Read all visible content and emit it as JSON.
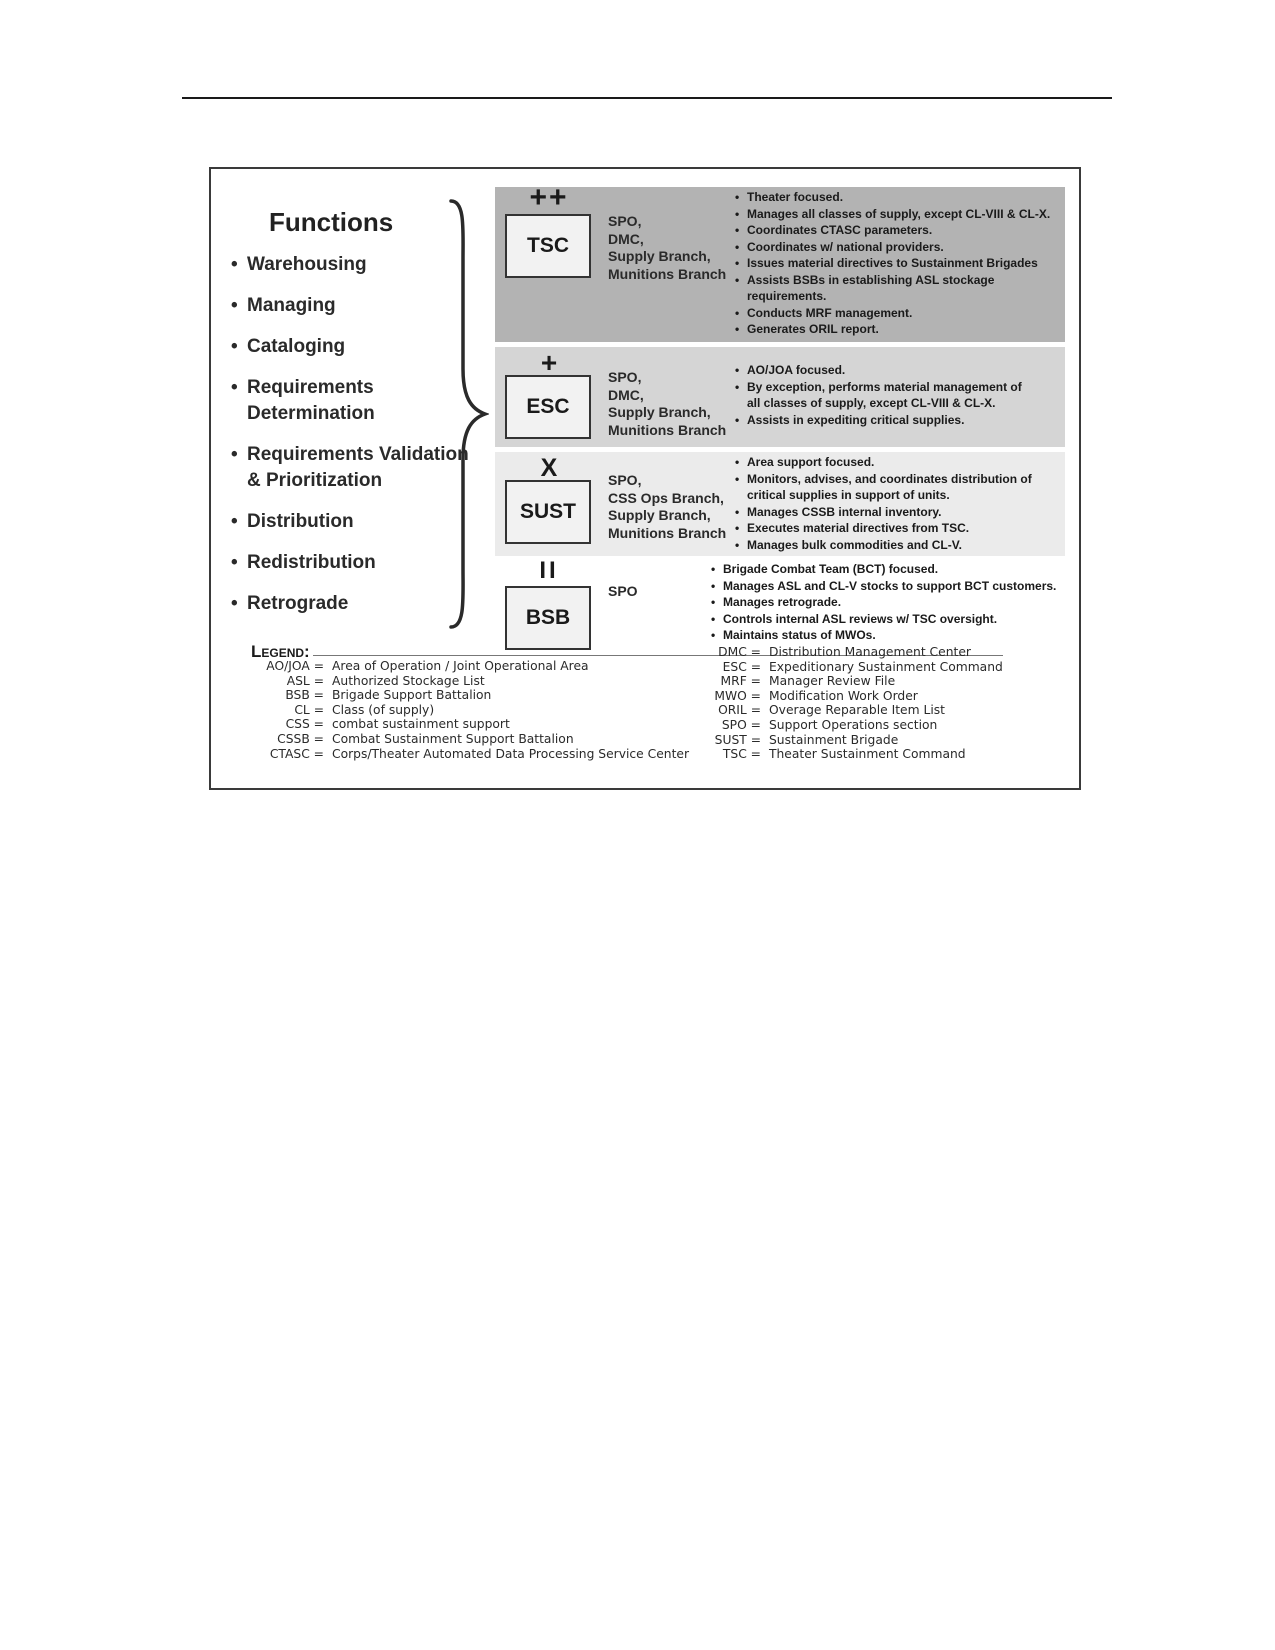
{
  "functions": {
    "title": "Functions",
    "items": [
      "Warehousing",
      "Managing",
      "Cataloging",
      "Requirements Determination",
      "Requirements Validation & Prioritization",
      "Distribution",
      "Redistribution",
      "Retrograde"
    ]
  },
  "tiers": [
    {
      "echelon": "++",
      "unit": "TSC",
      "staff": [
        "SPO,",
        "DMC,",
        "Supply Branch,",
        "Munitions Branch"
      ],
      "bullets": [
        "Theater focused.",
        "Manages all classes of supply, except   CL-VIII & CL-X.",
        "Coordinates CTASC parameters.",
        "Coordinates w/ national providers.",
        "Issues material directives to Sustainment Brigades",
        "Assists BSBs in establishing ASL stockage requirements.",
        "Conducts MRF management.",
        "Generates ORIL report."
      ]
    },
    {
      "echelon": "+",
      "unit": "ESC",
      "staff": [
        "SPO,",
        "DMC,",
        "Supply Branch,",
        "Munitions Branch"
      ],
      "bullets": [
        "AO/JOA focused.",
        "By exception, performs material management of all classes of supply, except   CL-VIII & CL-X.",
        "Assists in expediting critical supplies."
      ]
    },
    {
      "echelon": "X",
      "unit": "SUST",
      "staff": [
        "SPO,",
        "CSS Ops Branch,",
        "Supply Branch,",
        "Munitions Branch"
      ],
      "bullets": [
        "Area support focused.",
        "Monitors, advises, and coordinates distribution of critical supplies in support of units.",
        "Manages CSSB internal inventory.",
        "Executes material directives from TSC.",
        "Manages bulk commodities and CL-V."
      ]
    },
    {
      "echelon": "II",
      "unit": "BSB",
      "staff": [
        "SPO"
      ],
      "bullets": [
        "Brigade Combat Team (BCT) focused.",
        "Manages ASL and CL-V stocks to support BCT customers.",
        "Manages retrograde.",
        "Controls internal ASL reviews w/ TSC oversight.",
        "Maintains status of MWOs."
      ]
    }
  ],
  "legend": {
    "title": "Legend:",
    "left": [
      {
        "abbr": "AO/JOA =",
        "def": "Area of Operation / Joint Operational Area"
      },
      {
        "abbr": "ASL =",
        "def": "Authorized Stockage List"
      },
      {
        "abbr": "BSB =",
        "def": "Brigade Support Battalion"
      },
      {
        "abbr": "CL =",
        "def": "Class (of supply)"
      },
      {
        "abbr": "CSS =",
        "def": "combat sustainment support"
      },
      {
        "abbr": "CSSB =",
        "def": "Combat Sustainment Support Battalion"
      },
      {
        "abbr": "CTASC =",
        "def": " Corps/Theater Automated Data Processing Service Center"
      }
    ],
    "right": [
      {
        "abbr": "DMC =",
        "def": "Distribution Management Center"
      },
      {
        "abbr": "ESC =",
        "def": "Expeditionary Sustainment Command"
      },
      {
        "abbr": "MRF =",
        "def": "Manager Review File"
      },
      {
        "abbr": "MWO =",
        "def": "Modification Work Order"
      },
      {
        "abbr": "ORIL =",
        "def": "Overage Reparable Item List"
      },
      {
        "abbr": "SPO =",
        "def": "Support Operations section"
      },
      {
        "abbr": "SUST =",
        "def": "Sustainment Brigade"
      },
      {
        "abbr": "TSC =",
        "def": "Theater Sustainment Command"
      }
    ]
  }
}
